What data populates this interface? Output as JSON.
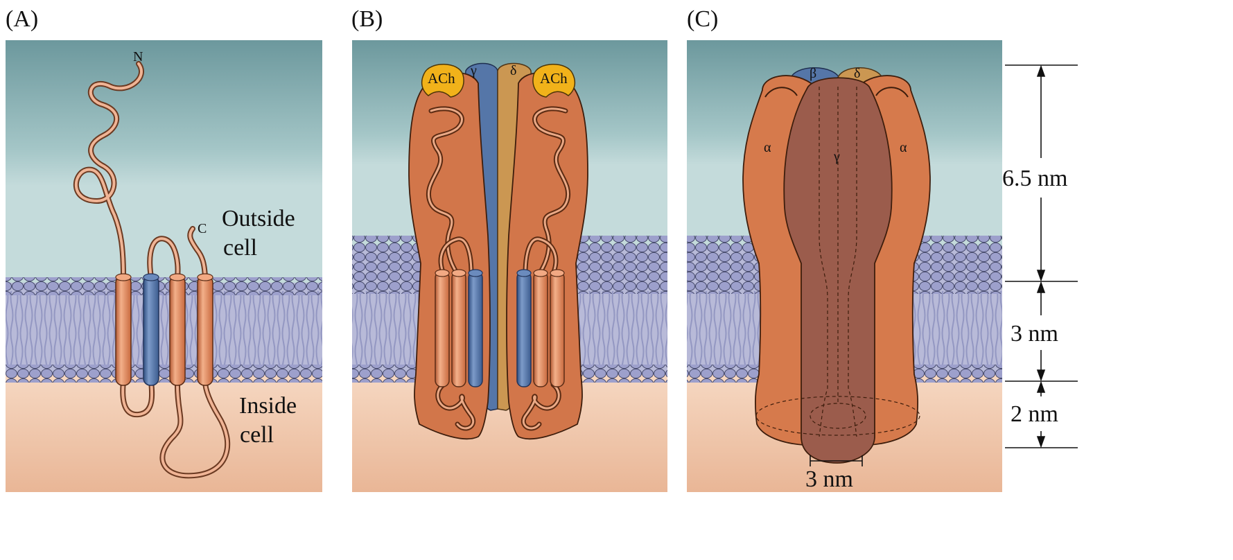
{
  "panels": {
    "a": {
      "letter": "(A)",
      "n_terminus": "N",
      "c_terminus": "C",
      "outside": [
        "Outside",
        "cell"
      ],
      "inside": [
        "Inside",
        "cell"
      ]
    },
    "b": {
      "letter": "(B)",
      "ach_left": "ACh",
      "ach_right": "ACh",
      "gamma": "γ",
      "delta": "δ"
    },
    "c": {
      "letter": "(C)",
      "beta": "β",
      "delta": "δ",
      "alpha_left": "α",
      "gamma": "γ",
      "alpha_right": "α",
      "pore_width": "3 nm"
    }
  },
  "scale": {
    "top": "6.5 nm",
    "middle": "3 nm",
    "bottom": "2 nm"
  },
  "colors": {
    "outside_top": "#6e9a9e",
    "outside_bottom": "#bcd6d5",
    "inside": "#eec3a4",
    "lipid": "#9a9cc8",
    "alpha_subunit": "#d67a4c",
    "gamma_subunit": "#9a5c4a",
    "blue_helix": "#4b6b9f",
    "tan_subunit": "#c89a58",
    "ach": "#f2b419"
  }
}
